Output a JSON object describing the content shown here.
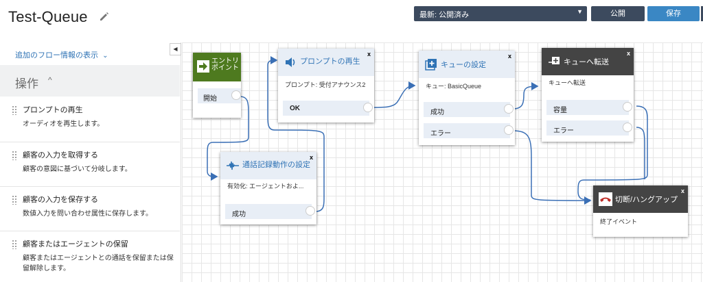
{
  "header": {
    "title": "Test-Queue",
    "version_select": "最新: 公開済み",
    "publish_label": "公開",
    "save_label": "保存"
  },
  "sidebar": {
    "more_info": "追加のフロー情報の表示",
    "section_title": "操作",
    "items": [
      {
        "name": "プロンプトの再生",
        "desc": "オーディオを再生します。"
      },
      {
        "name": "顧客の入力を取得する",
        "desc": "顧客の意図に基づいて分岐します。"
      },
      {
        "name": "顧客の入力を保存する",
        "desc": "数値入力を問い合わせ属性に保存します。"
      },
      {
        "name": "顧客またはエージェントの保留",
        "desc": "顧客またはエージェントとの通話を保留または保留解除します。"
      }
    ]
  },
  "blocks": {
    "entry": {
      "title": "エントリポイント",
      "port": "開始",
      "color": "#4e7a1f"
    },
    "play_prompt": {
      "title": "プロンプトの再生",
      "detail": "プロンプト: 受付アナウンス2",
      "port": "OK"
    },
    "set_queue": {
      "title": "キューの設定",
      "detail": "キュー: BasicQueue",
      "ports": [
        "成功",
        "エラー"
      ]
    },
    "transfer_queue": {
      "title": "キューへ転送",
      "detail": "キューへ転送",
      "ports": [
        "容量",
        "エラー"
      ]
    },
    "call_recording": {
      "title": "通話記録動作の設定",
      "detail": "有効化: エージェントおよ...",
      "port": "成功"
    },
    "disconnect": {
      "title": "切断/ハングアップ",
      "detail": "終了イベント"
    }
  },
  "colors": {
    "accent": "#3a87c4",
    "header_dark": "#3c4a5e",
    "link_blue": "#2f73b5",
    "wire": "#3a6fb5"
  }
}
